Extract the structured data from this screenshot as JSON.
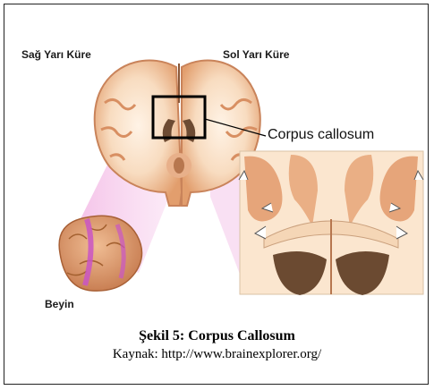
{
  "labels": {
    "right_hemisphere": "Sağ Yarı Küre",
    "left_hemisphere": "Sol Yarı Küre",
    "corpus_callosum": "Corpus callosum",
    "brain": "Beyin"
  },
  "caption": {
    "title": "Şekil 5: Corpus Callosum",
    "source": "Kaynak: http://www.brainexplorer.org/"
  },
  "colors": {
    "cortex": "#e3a779",
    "white_matter": "#fbe6cf",
    "highlight_pink": "#f6c6ea",
    "ventricle": "#7a5a3e",
    "frame": "#222222"
  }
}
